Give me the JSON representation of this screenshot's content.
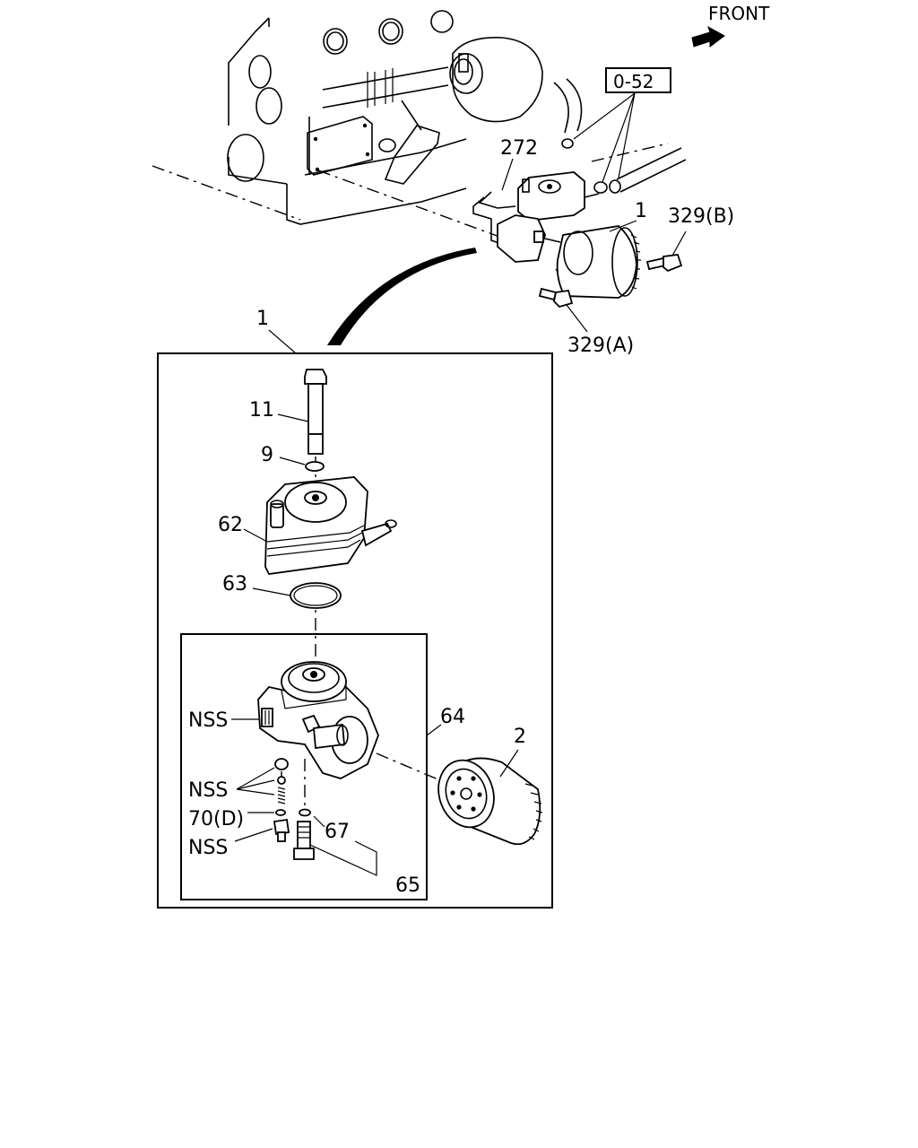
{
  "header": {
    "direction_label": "FRONT"
  },
  "callouts": {
    "ref_052": "0-52",
    "p272": "272",
    "p1_upper": "1",
    "p329b": "329(B)",
    "p329a": "329(A)",
    "p1_box": "1",
    "p11": "11",
    "p9": "9",
    "p62": "62",
    "p63": "63",
    "nss_1": "NSS",
    "p64": "64",
    "p2": "2",
    "nss_2": "NSS",
    "p70d": "70(D)",
    "nss_3": "NSS",
    "p67": "67",
    "p65": "65"
  }
}
